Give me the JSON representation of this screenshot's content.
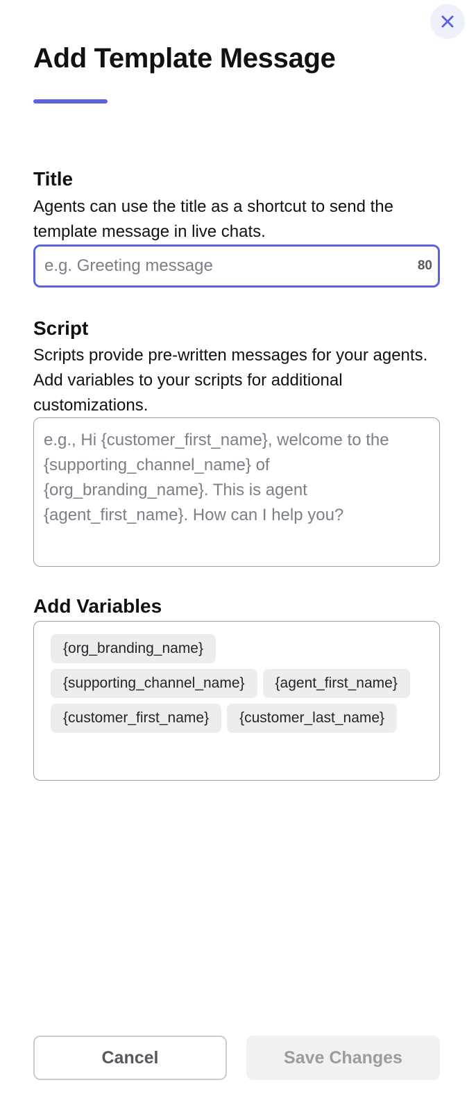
{
  "dialog": {
    "title": "Add Template Message",
    "close_icon": "close-icon",
    "accent_color": "#5b63e0"
  },
  "title_section": {
    "heading": "Title",
    "description": "Agents can use the title as a shortcut to send the template message in live chats.",
    "input": {
      "value": "",
      "placeholder": "e.g. Greeting message",
      "char_count": "80"
    }
  },
  "script_section": {
    "heading": "Script",
    "description": "Scripts provide pre-written messages for your agents. Add variables to your scripts for additional customizations.",
    "textarea": {
      "value": "",
      "placeholder": "e.g., Hi {customer_first_name}, welcome to the {supporting_channel_name} of {org_branding_name}. This is agent {agent_first_name}. How can I help you?"
    }
  },
  "variables_section": {
    "heading": "Add Variables",
    "chips": [
      "{org_branding_name}",
      "{supporting_channel_name}",
      "{agent_first_name}",
      "{customer_first_name}",
      "{customer_last_name}"
    ]
  },
  "footer": {
    "cancel_label": "Cancel",
    "save_label": "Save Changes"
  }
}
